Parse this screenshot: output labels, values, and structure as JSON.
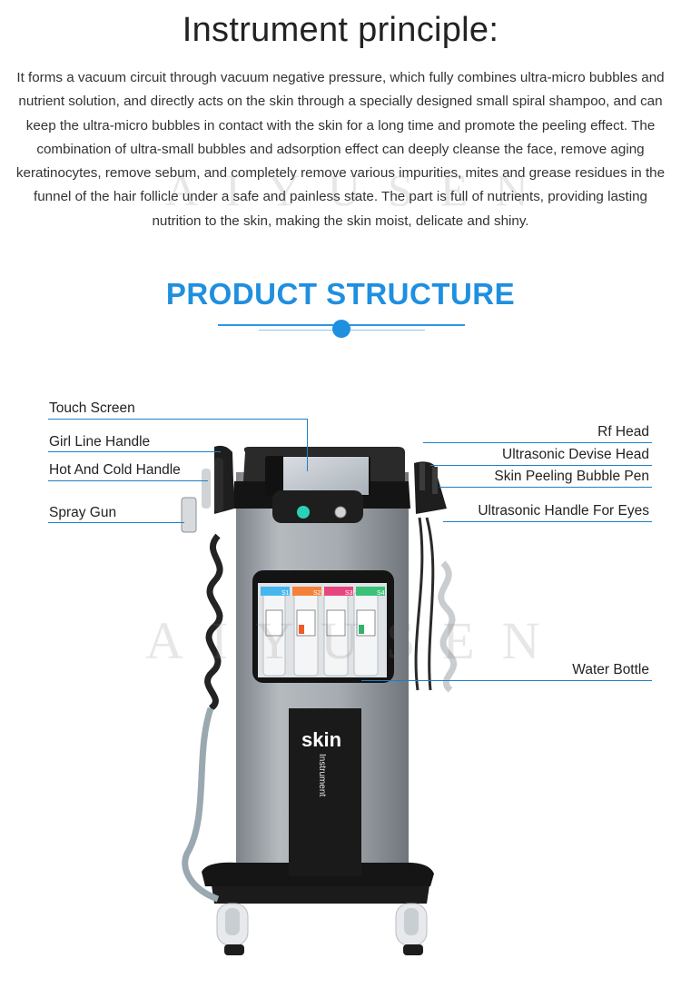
{
  "header": {
    "title": "Instrument principle:",
    "description": "It forms a vacuum circuit through vacuum negative pressure, which fully combines ultra-micro bubbles and nutrient solution, and directly acts on the skin through a specially designed small spiral shampoo, and can keep the ultra-micro bubbles in contact with the skin for a long time and promote the peeling effect. The combination of ultra-small bubbles and adsorption effect can deeply cleanse the face, remove aging keratinocytes, remove sebum, and completely remove various impurities, mites and grease residues in the funnel of the hair follicle under a safe and painless state. The part is full of nutrients, providing lasting nutrition to the skin, making the skin moist, delicate and shiny."
  },
  "section": {
    "heading": "PRODUCT STRUCTURE"
  },
  "labels": {
    "left": [
      "Touch Screen",
      "Girl Line Handle",
      "Hot And Cold Handle",
      "Spray Gun"
    ],
    "right": [
      "Rf Head",
      "Ultrasonic Devise Head",
      "Skin Peeling Bubble Pen",
      "Ultrasonic Handle For Eyes",
      "Water Bottle"
    ]
  },
  "machine": {
    "brand": "skin",
    "brand_sub": "Instrument",
    "bottle_tags": [
      "S1",
      "S2",
      "S3",
      "S4"
    ],
    "tag_colors": [
      "#46b6ee",
      "#f3813a",
      "#e8457e",
      "#3ac27a"
    ]
  },
  "watermark": "AIYUSEN",
  "colors": {
    "accent": "#1f8fe0",
    "body_gray": "#9aa1a7",
    "panel_dark": "#1c1c1c"
  }
}
